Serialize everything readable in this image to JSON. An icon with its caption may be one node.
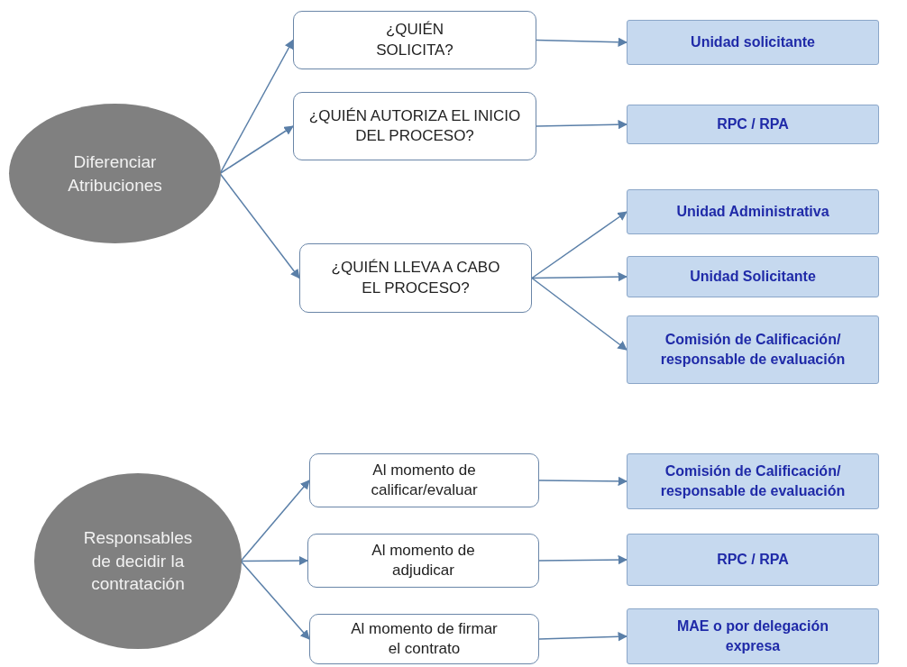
{
  "diagram": {
    "nodes": [
      {
        "text": [
          "Diferenciar Atribuciones"
        ]
      },
      {
        "text": [
          "¿QUIÉN SOLICITA?"
        ]
      },
      {
        "text": [
          "¿QUIÉN AUTORIZA EL INICIO DEL PROCESO?"
        ]
      },
      {
        "text": [
          "¿QUIÉN LLEVA A CABO EL PROCESO?"
        ]
      },
      {
        "text": [
          "Unidad solicitante"
        ]
      },
      {
        "text": [
          "RPC / RPA"
        ]
      },
      {
        "text": [
          "Unidad Administrativa"
        ]
      },
      {
        "text": [
          "Unidad Solicitante"
        ]
      },
      {
        "text": [
          "Comisión de Calificación/ responsable de evaluación"
        ]
      },
      {
        "text": [
          "Responsables de decidir la contratación"
        ]
      },
      {
        "text": [
          "Al momento de calificar/evaluar"
        ]
      },
      {
        "text": [
          "Comisión de Calificación/ responsable de evaluación"
        ]
      },
      {
        "text": [
          "Al momento de adjudicar"
        ]
      },
      {
        "text": [
          "RPC / RPA"
        ]
      },
      {
        "text": [
          "Al momento de firmar el contrato"
        ]
      },
      {
        "text": [
          "MAE o por delegación expresa"
        ]
      }
    ],
    "edges": [
      {
        "from": 0,
        "to": 1,
        "arrow": "to"
      },
      {
        "from": 0,
        "to": 2,
        "arrow": "to"
      },
      {
        "from": 0,
        "to": 3,
        "arrow": "to"
      },
      {
        "from": 1,
        "to": 4,
        "arrow": "to"
      },
      {
        "from": 2,
        "to": 5,
        "arrow": "to"
      },
      {
        "from": 3,
        "to": 6,
        "arrow": "to"
      },
      {
        "from": 3,
        "to": 7,
        "arrow": "to"
      },
      {
        "from": 3,
        "to": 8,
        "arrow": "to"
      },
      {
        "from": 9,
        "to": 10,
        "arrow": "to"
      },
      {
        "from": 9,
        "to": 12,
        "arrow": "to"
      },
      {
        "from": 9,
        "to": 14,
        "arrow": "to"
      },
      {
        "from": 10,
        "to": 11,
        "arrow": "to"
      },
      {
        "from": 12,
        "to": 13,
        "arrow": "to"
      },
      {
        "from": 14,
        "to": 15,
        "arrow": "to"
      }
    ]
  }
}
